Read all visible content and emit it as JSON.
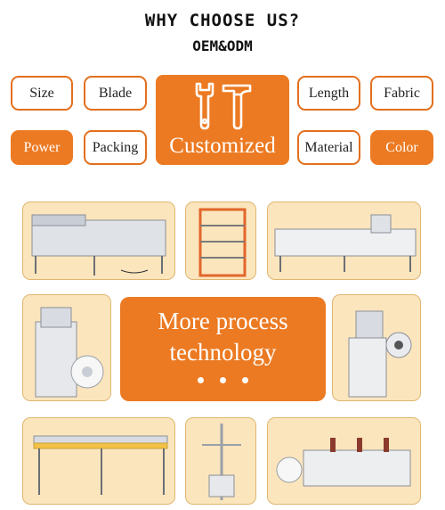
{
  "header": {
    "title": "WHY CHOOSE US?",
    "subtitle": "OEM&ODM"
  },
  "options": {
    "size": "Size",
    "blade": "Blade",
    "length": "Length",
    "fabric": "Fabric",
    "power": "Power",
    "packing": "Packing",
    "customized": "Customized",
    "material": "Material",
    "color": "Color"
  },
  "promo": {
    "line1": "More process",
    "line2": "technology"
  },
  "colors": {
    "accent": "#ec7a22",
    "accent_border": "#e36f1d",
    "photo_bg": "#fbe5bd"
  },
  "icons": {
    "customized": "wrench-hammer-icon"
  }
}
